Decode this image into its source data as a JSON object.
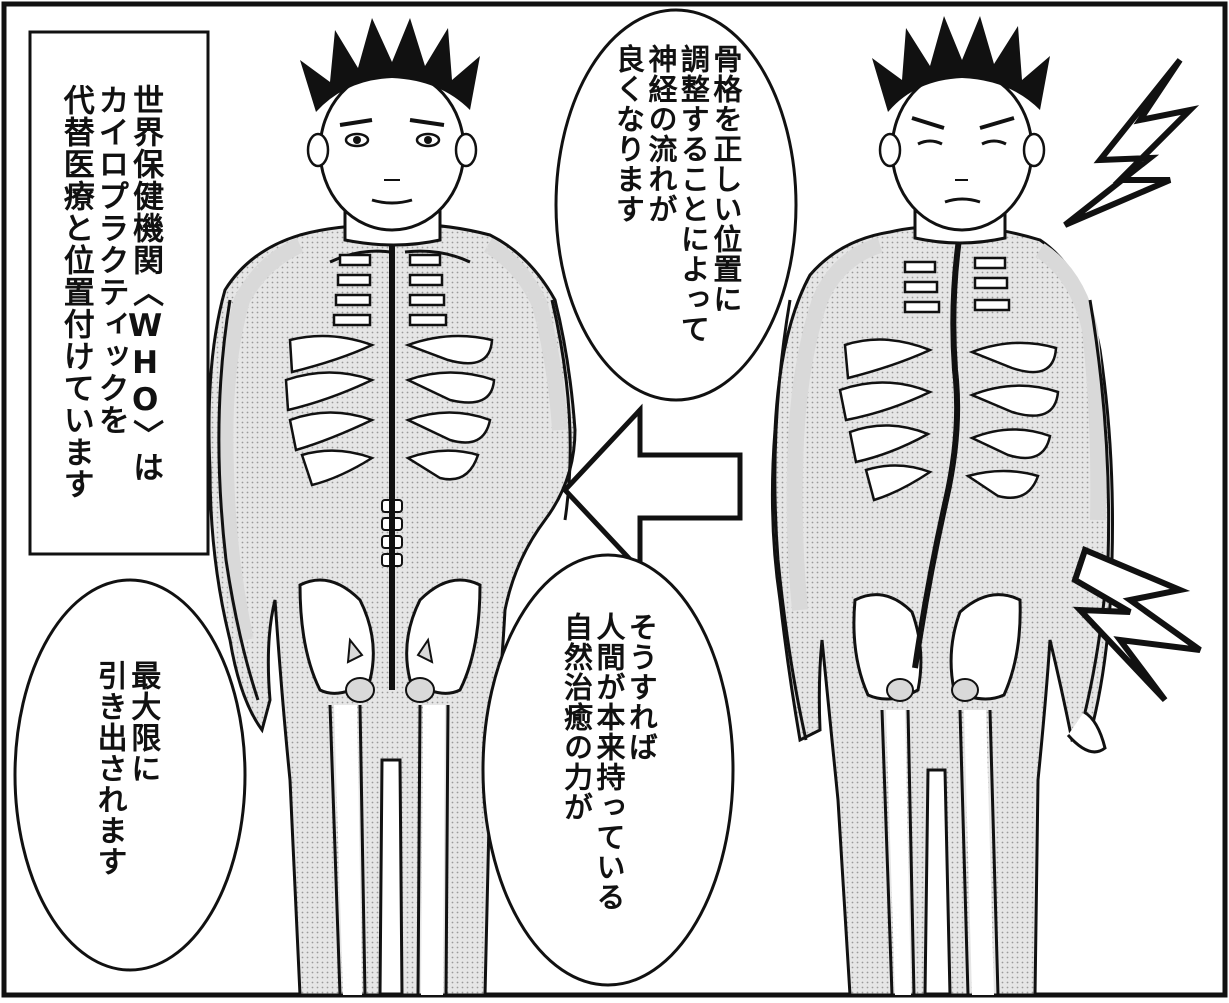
{
  "caption_box": {
    "lines": [
      "世界保健機関〈WHO〉は",
      "カイロプラクティックを",
      "代替医療と位置付けています"
    ]
  },
  "bubble_top": {
    "lines": [
      "骨格を正しい位置に",
      "調整することによって",
      "神経の流れが",
      "良くなります"
    ]
  },
  "bubble_middle": {
    "lines": [
      "そうすれば",
      "人間が本来持っている",
      "自然治癒の力が"
    ]
  },
  "bubble_left": {
    "lines": [
      "最大限に",
      "引き出されます"
    ]
  },
  "colors": {
    "ink": "#111111",
    "bone_fill": "#d9d9d9",
    "paper": "#ffffff"
  },
  "icons": [
    "arrow-left-icon",
    "lightning-pain-icon"
  ]
}
